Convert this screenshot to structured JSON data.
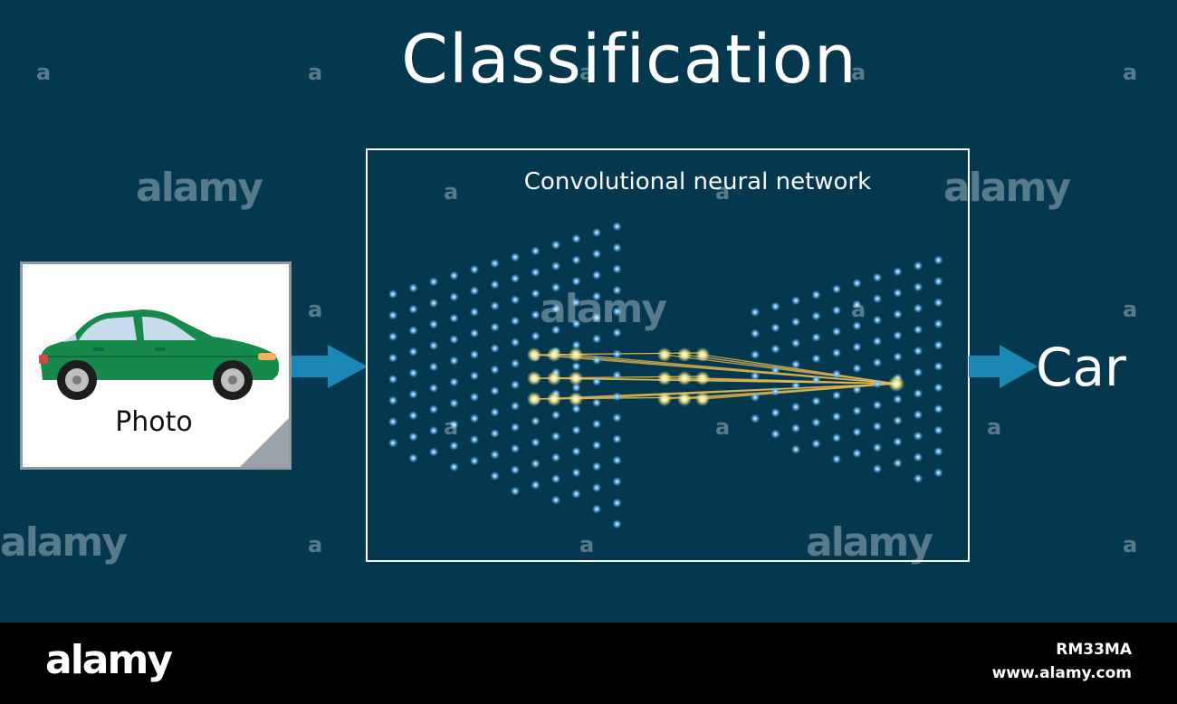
{
  "diagram": {
    "title": "Classification",
    "input_label": "Photo",
    "network_label": "Convolutional neural network",
    "output_label": "Car"
  },
  "watermarks": {
    "text": "alamy",
    "letter": "a"
  },
  "footer": {
    "logo": "alamy",
    "image_id": "RM33MA",
    "url": "www.alamy.com"
  },
  "colors": {
    "background": "#03384f",
    "arrow": "#1b87b5",
    "node": "#6bb8f0",
    "active_node": "#f3e38a",
    "connection": "#e3b54f",
    "car_body": "#168a4b"
  }
}
